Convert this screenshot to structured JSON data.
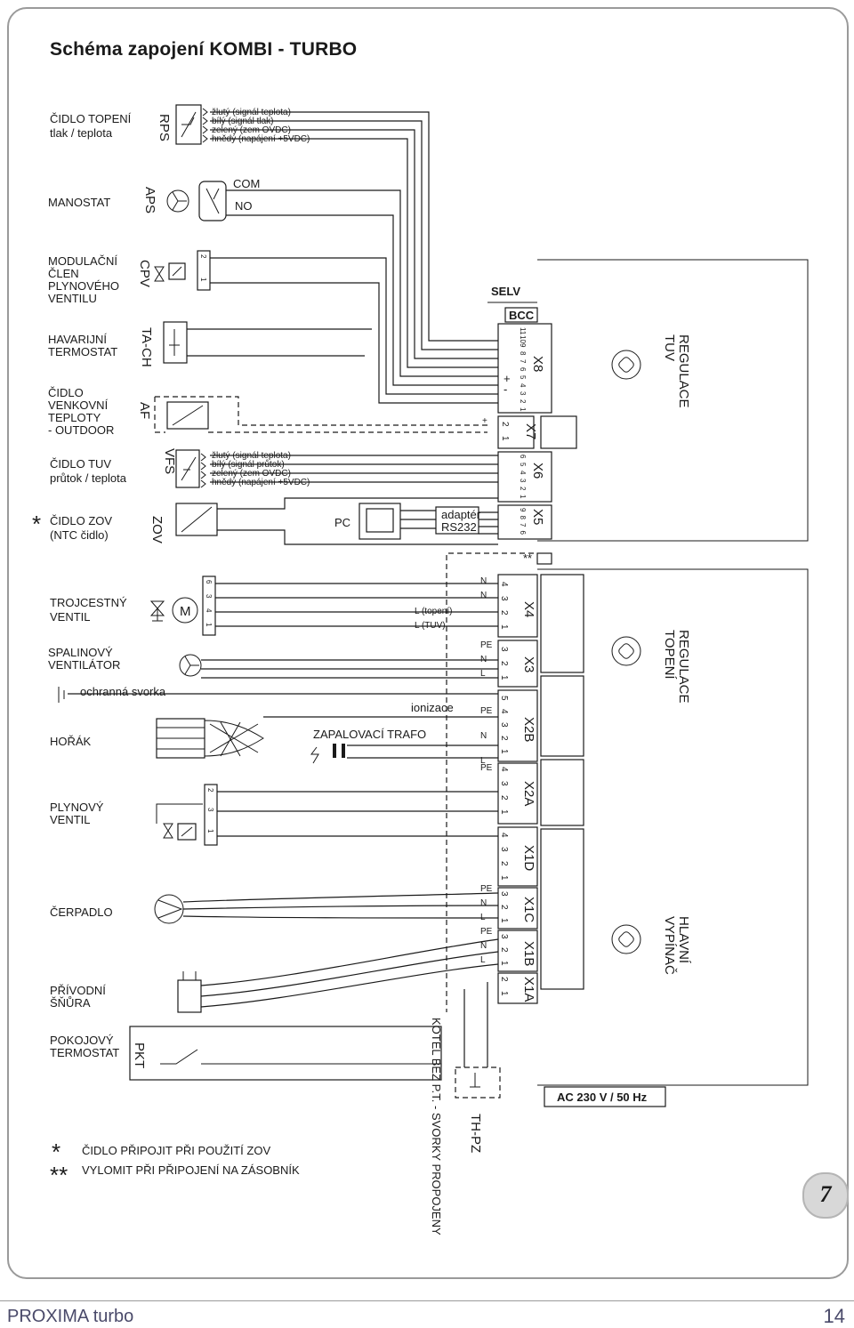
{
  "title": "Schéma zapojení KOMBI - TURBO",
  "components": {
    "rps": {
      "label": [
        "ČIDLO TOPENÍ",
        "tlak / teplota"
      ],
      "code": "RPS",
      "wires": [
        "žlutý (signál teplota)",
        "bílý (signál tlak)",
        "zelený (zem OVDC)",
        "hnědý (napájení +5VDC)"
      ]
    },
    "aps": {
      "label": [
        "MANOSTAT"
      ],
      "code": "APS",
      "com": "COM",
      "no": "NO"
    },
    "cpv": {
      "label": [
        "MODULAČNÍ",
        "ČLEN",
        "PLYNOVÉHO",
        "VENTILU"
      ],
      "code": "CPV",
      "pin_a": "2",
      "pin_b": "1"
    },
    "tach": {
      "label": [
        "HAVARIJNÍ",
        "TERMOSTAT"
      ],
      "code": "TA-CH"
    },
    "af": {
      "label": [
        "ČIDLO",
        "VENKOVNÍ",
        "TEPLOTY",
        "- OUTDOOR"
      ],
      "code": "AF"
    },
    "vfs": {
      "label": [
        "ČIDLO TUV",
        "průtok / teplota"
      ],
      "code": "VFS",
      "wires": [
        "žlutý (signál teplota)",
        "bílý (signál průtok)",
        "zelený (zem OVDC)",
        "hnědý (napájení +5VDC)"
      ]
    },
    "zov": {
      "label": [
        "ČIDLO ZOV",
        "(NTC čidlo)"
      ],
      "code": "ZOV",
      "star": "*"
    },
    "pc": {
      "code": "PC",
      "adapter": [
        "adaptér",
        "RS232"
      ]
    },
    "valve3": {
      "label": [
        "TROJCESTNÝ",
        "VENTIL"
      ],
      "motor": "M",
      "pins": [
        "6",
        "3",
        "4",
        "1"
      ],
      "l_topeni": "L (topení)",
      "l_tuv": "L (TUV)"
    },
    "fan": {
      "label": [
        "SPALINOVÝ",
        "VENTILÁTOR"
      ]
    },
    "ground": {
      "label": "ochranná svorka"
    },
    "burner": {
      "label": [
        "HOŘÁK"
      ],
      "ionization": "ionizace",
      "transformer": "ZAPALOVACÍ TRAFO"
    },
    "gasvalve": {
      "label": [
        "PLYNOVÝ",
        "VENTIL"
      ],
      "pins": [
        "2",
        "3",
        "1"
      ]
    },
    "pump": {
      "label": [
        "ČERPADLO"
      ]
    },
    "cord": {
      "label": [
        "PŘÍVODNÍ",
        "ŠŇŮRA"
      ]
    },
    "pkt": {
      "label": [
        "POKOJOVÝ",
        "TERMOSTAT"
      ],
      "code": "PKT"
    }
  },
  "board": {
    "selv": "SELV",
    "bcc": "BCC",
    "x8": {
      "name": "X8",
      "pins": [
        "11",
        "10",
        "9",
        "8",
        "7",
        "6",
        "5",
        "4",
        "3",
        "2",
        "1"
      ]
    },
    "x7": {
      "name": "X7",
      "pins": [
        "2",
        "1"
      ],
      "plus": "+",
      "minus": "-"
    },
    "x6": {
      "name": "X6",
      "pins": [
        "6",
        "5",
        "4",
        "3",
        "2",
        "1"
      ]
    },
    "x5": {
      "name": "X5",
      "pins": [
        "9",
        "8",
        "7",
        "6"
      ],
      "star": "**"
    },
    "x4": {
      "name": "X4",
      "pins": [
        "4",
        "3",
        "2",
        "1"
      ],
      "side": [
        "N",
        "N"
      ]
    },
    "x3": {
      "name": "X3",
      "pins": [
        "3",
        "2",
        "1"
      ],
      "side": [
        "PE",
        "N",
        "L"
      ]
    },
    "x2b": {
      "name": "X2B",
      "pins": [
        "5",
        "4",
        "3",
        "2",
        "1"
      ],
      "side": [
        "PE",
        "N",
        "L"
      ]
    },
    "x2a": {
      "name": "X2A",
      "pins": [
        "4",
        "3",
        "2",
        "1"
      ],
      "side": [
        "PE"
      ]
    },
    "x1d": {
      "name": "X1D",
      "pins": [
        "4",
        "3",
        "2",
        "1"
      ]
    },
    "x1c": {
      "name": "X1C",
      "pins": [
        "3",
        "2",
        "1"
      ],
      "side": [
        "PE",
        "N",
        "L"
      ]
    },
    "x1b": {
      "name": "X1B",
      "pins": [
        "3",
        "2",
        "1"
      ],
      "side": [
        "PE",
        "N",
        "L"
      ]
    },
    "x1a": {
      "name": "X1A",
      "pins": [
        "2",
        "1"
      ]
    },
    "reg_tuv": [
      "REGULACE",
      "TUV"
    ],
    "reg_topeni": [
      "REGULACE",
      "TOPENÍ"
    ],
    "main_switch": [
      "HLAVNÍ",
      "VYPÍNAČ"
    ],
    "ac": "AC 230 V / 50 Hz"
  },
  "thpz": {
    "code": "TH-PZ",
    "note": "KOTEL BEZ P.T. - SVORKY PROPOJENY"
  },
  "notes": [
    {
      "mark": "*",
      "text": "ČIDLO PŘIPOJIT PŘI POUŽITÍ ZOV"
    },
    {
      "mark": "**",
      "text": "VYLOMIT PŘI PŘIPOJENÍ NA ZÁSOBNÍK"
    }
  ],
  "page_number": "7",
  "footer": {
    "left": "PROXIMA turbo",
    "right": "14"
  }
}
